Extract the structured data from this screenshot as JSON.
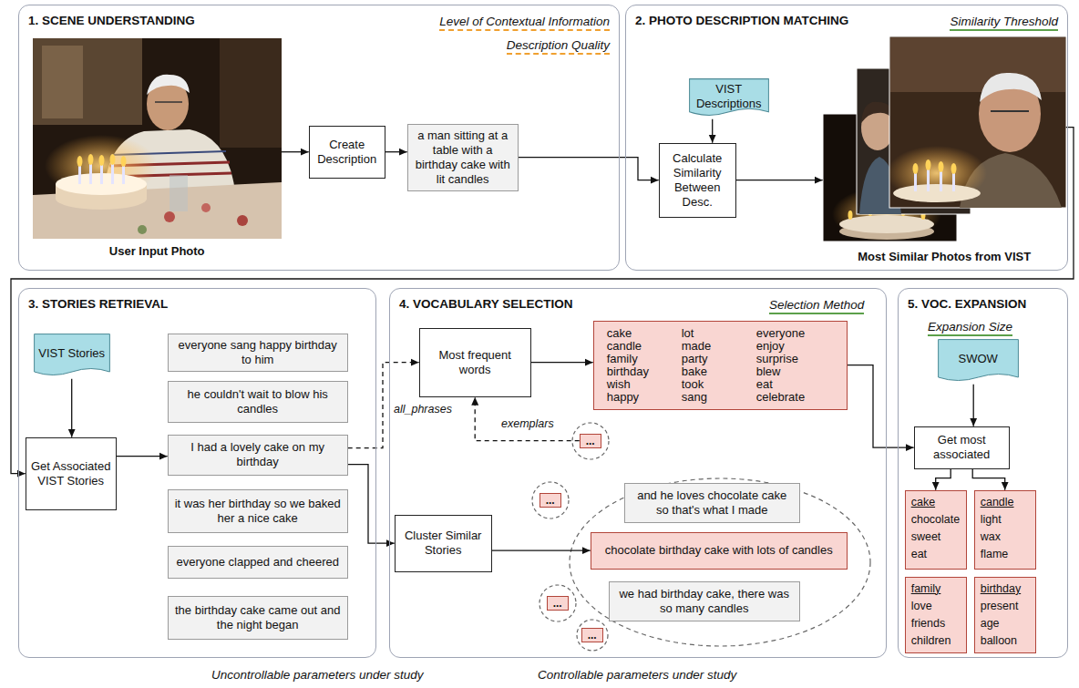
{
  "diagram": {
    "nodes": [
      {
        "text": [
          "1. SCENE UNDERSTANDING",
          "Level of Contextual Information",
          "Description Quality"
        ]
      },
      {
        "text": [
          "User Input Photo"
        ],
        "in": 0
      },
      {
        "text": [
          "Create Description"
        ],
        "in": 0
      },
      {
        "text": [
          "a man sitting at a table with a birthday cake with lit candles"
        ],
        "in": 0
      },
      {
        "text": [
          "2. PHOTO DESCRIPTION MATCHING",
          "Similarity Threshold"
        ]
      },
      {
        "text": [
          "VIST Descriptions"
        ],
        "in": 4
      },
      {
        "text": [
          "Calculate Similarity Between Desc."
        ],
        "in": 4
      },
      {
        "text": [
          "Most Similar Photos from VIST"
        ],
        "in": 4
      },
      {
        "text": [
          "3. STORIES RETRIEVAL"
        ]
      },
      {
        "text": [
          "VIST Stories"
        ],
        "in": 8
      },
      {
        "text": [
          "Get Associated VIST Stories"
        ],
        "in": 8
      },
      {
        "text": [
          "everyone sang happy birthday to him"
        ],
        "in": 8
      },
      {
        "text": [
          "he couldn't wait to blow his candles"
        ],
        "in": 8
      },
      {
        "text": [
          "I had a lovely cake on my birthday"
        ],
        "in": 8
      },
      {
        "text": [
          "it was her birthday so we baked her a nice cake"
        ],
        "in": 8
      },
      {
        "text": [
          "everyone clapped and cheered"
        ],
        "in": 8
      },
      {
        "text": [
          "the birthday cake came out and the night began"
        ],
        "in": 8
      },
      {
        "text": [
          "4. VOCABULARY SELECTION",
          "Selection Method"
        ]
      },
      {
        "text": [
          "Most frequent words"
        ],
        "in": 17
      },
      {
        "text": [
          "cake",
          "candle",
          "family",
          "birthday",
          "wish",
          "happy",
          "lot",
          "made",
          "party",
          "bake",
          "took",
          "sang",
          "everyone",
          "enjoy",
          "surprise",
          "blew",
          "eat",
          "celebrate"
        ],
        "in": 17
      },
      {
        "text": [
          "Cluster Similar Stories"
        ],
        "in": 17
      },
      {
        "text": [
          "..."
        ],
        "in": 17
      },
      {
        "text": [
          "..."
        ],
        "in": 17
      },
      {
        "text": [
          "..."
        ],
        "in": 17
      },
      {
        "text": [
          "..."
        ],
        "in": 17
      },
      {
        "text": [
          "and he loves chocolate cake so that's what I made"
        ],
        "in": 17
      },
      {
        "text": [
          "chocolate birthday cake with lots of candles"
        ],
        "in": 17
      },
      {
        "text": [
          "we had birthday cake, there was so many candles"
        ],
        "in": 17
      },
      {
        "text": [
          "5. VOC. EXPANSION",
          "Expansion Size"
        ]
      },
      {
        "text": [
          "SWOW"
        ],
        "in": 28
      },
      {
        "text": [
          "Get most associated"
        ],
        "in": 28
      },
      {
        "text": [
          "cake",
          "chocolate",
          "sweet",
          "eat"
        ],
        "in": 28
      },
      {
        "text": [
          "candle",
          "light",
          "wax",
          "flame"
        ],
        "in": 28
      },
      {
        "text": [
          "family",
          "love",
          "friends",
          "children"
        ],
        "in": 28
      },
      {
        "text": [
          "birthday",
          "present",
          "age",
          "balloon"
        ],
        "in": 28
      }
    ],
    "edges": [
      {
        "from": 1,
        "to": 2,
        "arrow": "to"
      },
      {
        "from": 2,
        "to": 3,
        "arrow": "to"
      },
      {
        "from": 3,
        "to": 6,
        "arrow": "to"
      },
      {
        "from": 5,
        "to": 6,
        "arrow": "to"
      },
      {
        "from": 6,
        "to": 7,
        "arrow": "to"
      },
      {
        "from": 7,
        "to": 10,
        "arrow": "to"
      },
      {
        "from": 9,
        "to": 10,
        "arrow": "to"
      },
      {
        "from": 10,
        "to": 13,
        "arrow": "to"
      },
      {
        "from": 13,
        "to": 18,
        "label": "all_phrases",
        "arrow": "to"
      },
      {
        "from": 13,
        "to": 20,
        "arrow": "to"
      },
      {
        "from": 20,
        "to": 26,
        "arrow": "to"
      },
      {
        "from": 21,
        "to": 18,
        "label": "exemplars",
        "arrow": "to"
      },
      {
        "from": 18,
        "to": 19,
        "arrow": "to"
      },
      {
        "from": 19,
        "to": 30,
        "arrow": "to"
      },
      {
        "from": 29,
        "to": 30,
        "arrow": "to"
      },
      {
        "from": 30,
        "to": 31,
        "arrow": "to"
      },
      {
        "from": 30,
        "to": 32,
        "arrow": "to"
      }
    ],
    "labels": [
      "Uncontrollable parameters under study",
      "Controllable parameters under study"
    ]
  }
}
